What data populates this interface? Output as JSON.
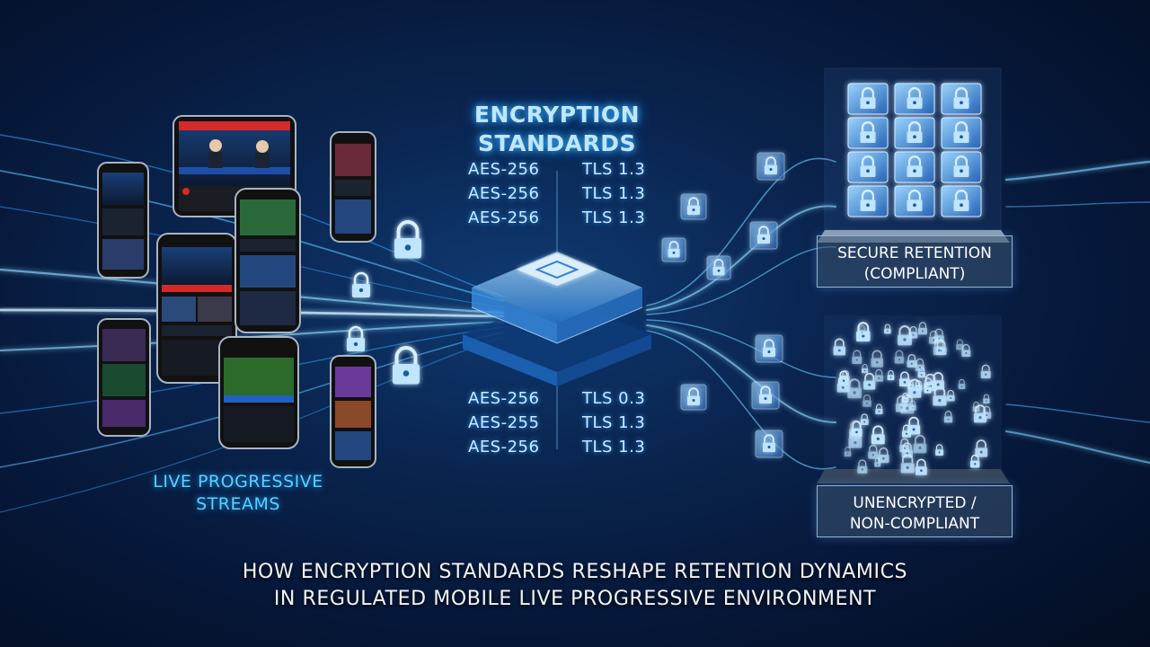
{
  "encryption_panel": {
    "title_line1": "ENCRYPTION",
    "title_line2": "STANDARDS",
    "top_left": [
      "AES-256",
      "AES-256",
      "AES-256"
    ],
    "top_right": [
      "TLS 1.3",
      "TLS 1.3",
      "TLS 1.3"
    ],
    "bottom_left": [
      "AES-256",
      "AES-255",
      "AES-256"
    ],
    "bottom_right": [
      "TLS 0.3",
      "TLS 1.3",
      "TLS 1.3"
    ]
  },
  "streams": {
    "label_line1": "LIVE PROGRESSIVE",
    "label_line2": "STREAMS"
  },
  "secure_box": {
    "label_line1": "SECURE RETENTION",
    "label_line2": "(COMPLIANT)"
  },
  "unencrypted_box": {
    "label_line1": "UNENCRYPTED /",
    "label_line2": "NON-COMPLIANT"
  },
  "caption": {
    "line1": "HOW ENCRYPTION STANDARDS RESHAPE RETENTION DYNAMICS",
    "line2": "IN REGULATED MOBILE LIVE PROGRESSIVE ENVIRONMENT"
  },
  "colors": {
    "background": "#0a2550",
    "glow": "#3db4ff",
    "accent_red": "#d42a2a",
    "label_box": "#3c5573"
  },
  "icons": [
    "lock-icon",
    "phone-device",
    "tablet-device",
    "processor-chip",
    "encrypted-cube"
  ]
}
